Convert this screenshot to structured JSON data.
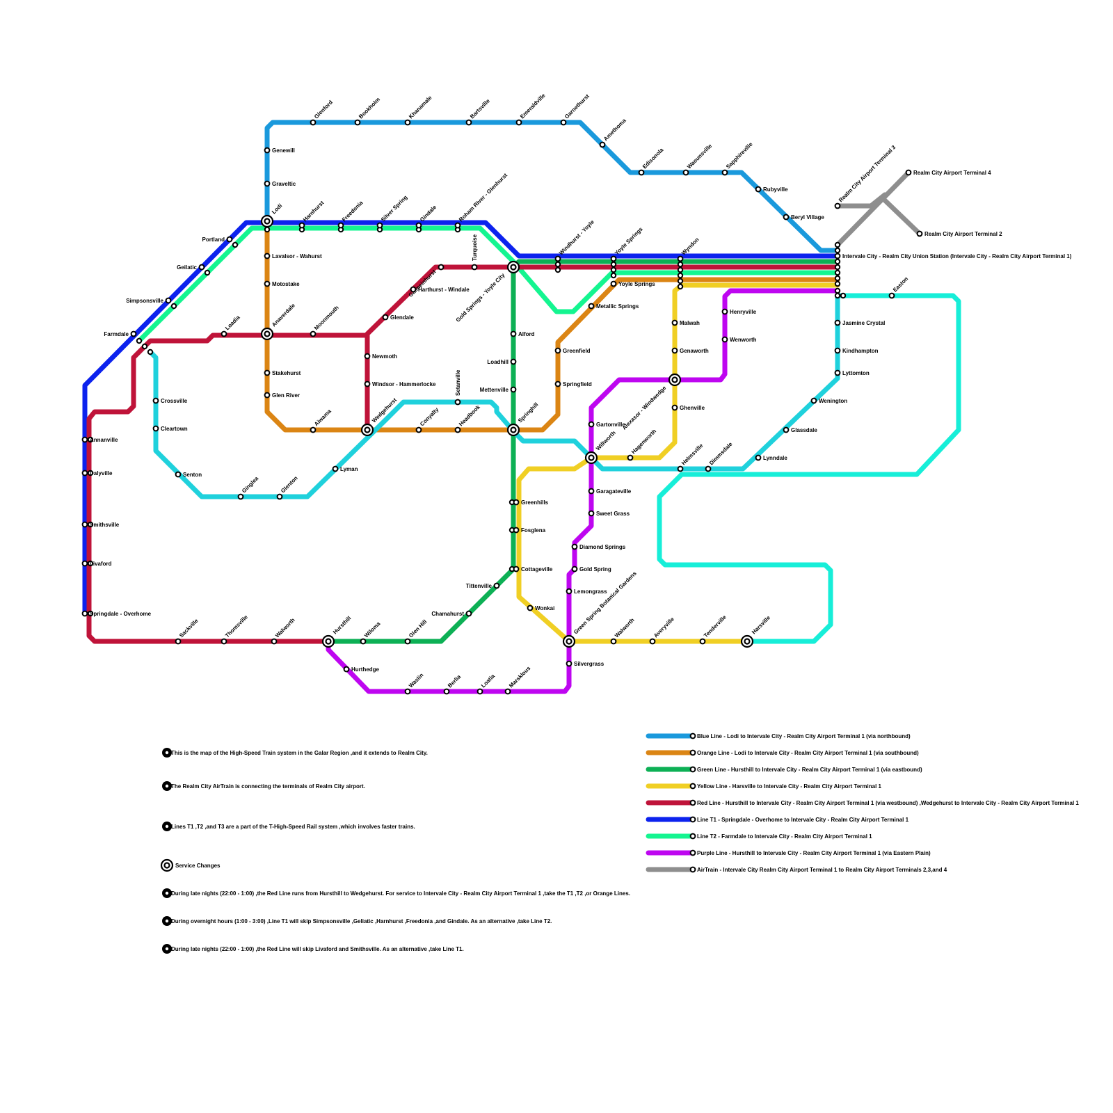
{
  "colors": {
    "blue": "#1a99dc",
    "orange": "#db8514",
    "green": "#0db055",
    "yellow": "#f0cf24",
    "red": "#bf1339",
    "t1": "#0c22ee",
    "t2": "#14f590",
    "purple": "#be06f0",
    "airtrain": "#8e8e8e",
    "teal": "#1fd1dc",
    "aqua": "#17eed8"
  },
  "stations": [
    {
      "name": "Glenford",
      "dir": "up"
    },
    {
      "name": "Bookholm",
      "dir": "up"
    },
    {
      "name": "Khanamale",
      "dir": "up"
    },
    {
      "name": "Bartsville",
      "dir": "up"
    },
    {
      "name": "Emeraldville",
      "dir": "up"
    },
    {
      "name": "Garnethurst",
      "dir": "up"
    },
    {
      "name": "Amethoma",
      "dir": "up"
    },
    {
      "name": "Edisonola",
      "dir": "up"
    },
    {
      "name": "Waounsville",
      "dir": "up"
    },
    {
      "name": "Sapphireville",
      "dir": "up"
    },
    {
      "name": "Rubyville",
      "dir": "right"
    },
    {
      "name": "Beryl Village",
      "dir": "right"
    },
    {
      "name": "Genewill",
      "dir": "right"
    },
    {
      "name": "Graveltic",
      "dir": "right"
    },
    {
      "name": "Lodi",
      "dir": "up"
    },
    {
      "name": "Harnhurst",
      "dir": "up"
    },
    {
      "name": "Freedonia",
      "dir": "up"
    },
    {
      "name": "Silver Spring",
      "dir": "up"
    },
    {
      "name": "Gindale",
      "dir": "up"
    },
    {
      "name": "Roham River - Glenhurst",
      "dir": "up"
    },
    {
      "name": "Windhurst - Yoyle",
      "dir": "up"
    },
    {
      "name": "Yoyle Springs",
      "dir": "up"
    },
    {
      "name": "Wyndon",
      "dir": "up"
    },
    {
      "name": "Realm City Airport Terminal 3",
      "dir": "up"
    },
    {
      "name": "Realm City Airport Terminal 4",
      "dir": "right"
    },
    {
      "name": "Realm City Airport Terminal 2",
      "dir": "right"
    },
    {
      "name": "Intervale City - Realm City Union Station (Intervale City - Realm City Airport Terminal 1)",
      "dir": "right"
    },
    {
      "name": "Portland",
      "dir": "left"
    },
    {
      "name": "Geilatic",
      "dir": "left"
    },
    {
      "name": "Simpsonsville",
      "dir": "left"
    },
    {
      "name": "Farmdale",
      "dir": "left"
    },
    {
      "name": "Lavalsor - Wahurst",
      "dir": "right"
    },
    {
      "name": "Motostake",
      "dir": "right"
    },
    {
      "name": "Galmeinhurst",
      "dir": "downleft"
    },
    {
      "name": "Turquoise",
      "dir": "upv"
    },
    {
      "name": "Gold Springs - Yoyle City",
      "dir": "downleft"
    },
    {
      "name": "Yoyle Springs",
      "dir": "right"
    },
    {
      "name": "Metallic Springs",
      "dir": "right"
    },
    {
      "name": "Easton",
      "dir": "up"
    },
    {
      "name": "Harthurst - Windale",
      "dir": "right"
    },
    {
      "name": "Glendale",
      "dir": "right"
    },
    {
      "name": "Henryville",
      "dir": "right"
    },
    {
      "name": "Malwah",
      "dir": "right"
    },
    {
      "name": "Jasmine Crystal",
      "dir": "right"
    },
    {
      "name": "Loadia",
      "dir": "up"
    },
    {
      "name": "Anaverdale",
      "dir": "up"
    },
    {
      "name": "Moonmouth",
      "dir": "up"
    },
    {
      "name": "Alford",
      "dir": "right"
    },
    {
      "name": "Wenworth",
      "dir": "right"
    },
    {
      "name": "Newmoth",
      "dir": "right"
    },
    {
      "name": "Greenfield",
      "dir": "right"
    },
    {
      "name": "Genaworth",
      "dir": "right"
    },
    {
      "name": "Kindhampton",
      "dir": "right"
    },
    {
      "name": "Loadhill",
      "dir": "left"
    },
    {
      "name": "Stakehurst",
      "dir": "right"
    },
    {
      "name": "Alexasor - Windwedge",
      "dir": "downleft"
    },
    {
      "name": "Lyttomton",
      "dir": "right"
    },
    {
      "name": "Windsor - Hammerlocke",
      "dir": "right"
    },
    {
      "name": "Springfield",
      "dir": "right"
    },
    {
      "name": "Mettenville",
      "dir": "left"
    },
    {
      "name": "Glen River",
      "dir": "right"
    },
    {
      "name": "Setanville",
      "dir": "upv"
    },
    {
      "name": "Crossville",
      "dir": "right"
    },
    {
      "name": "Wenington",
      "dir": "right"
    },
    {
      "name": "Ghenville",
      "dir": "right"
    },
    {
      "name": "Gartonville",
      "dir": "right"
    },
    {
      "name": "Cleartown",
      "dir": "right"
    },
    {
      "name": "Aiwama",
      "dir": "up"
    },
    {
      "name": "Wedgehurst",
      "dir": "up"
    },
    {
      "name": "Conyalty",
      "dir": "up"
    },
    {
      "name": "Headbook",
      "dir": "up"
    },
    {
      "name": "Springhill",
      "dir": "up"
    },
    {
      "name": "Glassdale",
      "dir": "right"
    },
    {
      "name": "Annanville",
      "dir": "right"
    },
    {
      "name": "Willworth",
      "dir": "up"
    },
    {
      "name": "Hagenworth",
      "dir": "up"
    },
    {
      "name": "Helmsville",
      "dir": "up"
    },
    {
      "name": "Dimmsdale",
      "dir": "up"
    },
    {
      "name": "Lynndale",
      "dir": "right"
    },
    {
      "name": "Lyman",
      "dir": "right"
    },
    {
      "name": "Dalyville",
      "dir": "right"
    },
    {
      "name": "Senton",
      "dir": "right"
    },
    {
      "name": "Ginglea",
      "dir": "up"
    },
    {
      "name": "Glenton",
      "dir": "up"
    },
    {
      "name": "Garagateville",
      "dir": "right"
    },
    {
      "name": "Greenhills",
      "dir": "right"
    },
    {
      "name": "Sweet Grass",
      "dir": "right"
    },
    {
      "name": "Smithsville",
      "dir": "right"
    },
    {
      "name": "Fosglena",
      "dir": "right"
    },
    {
      "name": "Diamond Springs",
      "dir": "right"
    },
    {
      "name": "Livaford",
      "dir": "right"
    },
    {
      "name": "Cottageville",
      "dir": "right"
    },
    {
      "name": "Gold Spring",
      "dir": "right"
    },
    {
      "name": "Tittenville",
      "dir": "left"
    },
    {
      "name": "Lemongrass",
      "dir": "right"
    },
    {
      "name": "Wonkai",
      "dir": "right"
    },
    {
      "name": "Chamahurst",
      "dir": "left"
    },
    {
      "name": "Springdale - Overhome",
      "dir": "right"
    },
    {
      "name": "Sackville",
      "dir": "up"
    },
    {
      "name": "Thomsville",
      "dir": "up"
    },
    {
      "name": "Walworth",
      "dir": "up"
    },
    {
      "name": "Hursthill",
      "dir": "up"
    },
    {
      "name": "Wiloma",
      "dir": "up"
    },
    {
      "name": "Glen Hill",
      "dir": "up"
    },
    {
      "name": "Green Spring Botanical Gardens",
      "dir": "up"
    },
    {
      "name": "Walworth",
      "dir": "up"
    },
    {
      "name": "Averyville",
      "dir": "up"
    },
    {
      "name": "Tenderville",
      "dir": "up"
    },
    {
      "name": "Harsville",
      "dir": "up"
    },
    {
      "name": "Hurthedge",
      "dir": "right"
    },
    {
      "name": "Silvergrass",
      "dir": "right"
    },
    {
      "name": "Waslin",
      "dir": "up"
    },
    {
      "name": "Berlia",
      "dir": "up"
    },
    {
      "name": "Loatia",
      "dir": "up"
    },
    {
      "name": "Marsklous",
      "dir": "up"
    }
  ],
  "legend": [
    {
      "key": "blue",
      "label": "Blue Line - Lodi to Intervale City - Realm City Airport Terminal 1 (via northbound)"
    },
    {
      "key": "orange",
      "label": "Orange Line - Lodi to Intervale City - Realm City Airport Terminal 1 (via southbound)"
    },
    {
      "key": "green",
      "label": "Green Line - Hursthill to Intervale City - Realm City Airport Terminal 1 (via eastbound)"
    },
    {
      "key": "yellow",
      "label": "Yellow Line - Harsville to Intervale City - Realm City Airport Terminal 1"
    },
    {
      "key": "red",
      "label": "Red Line - Hursthill to Intervale City - Realm City Airport Terminal 1 (via westbound) ,Wedgehurst to Intervale City - Realm City Airport Terminal 1"
    },
    {
      "key": "t1",
      "label": "Line T1 - Springdale - Overhome to Intervale City - Realm City Airport Terminal 1"
    },
    {
      "key": "t2",
      "label": "Line T2 - Farmdale to Intervale City - Realm City Airport Terminal 1"
    },
    {
      "key": "purple",
      "label": "Purple Line - Hursthill to Intervale City - Realm City Airport Terminal 1 (via Eastern Plain)"
    },
    {
      "key": "airtrain",
      "label": "AirTrain - Intervale City Realm City Airport Terminal 1 to Realm City Airport Terminals 2,3,and 4"
    }
  ],
  "notes": [
    {
      "icon": "bullet",
      "text": "This is the map of the High-Speed Train system in the Galar Region ,and it extends to Realm City."
    },
    {
      "icon": "bullet",
      "text": "The Realm City AirTrain is connecting the terminals of Realm City airport."
    },
    {
      "icon": "bullet",
      "text": "Lines T1 ,T2 ,and T3 are a part of the T-High-Speed Rail system ,which involves faster trains."
    },
    {
      "icon": "interchange",
      "text": "Service Changes"
    },
    {
      "icon": "bullet",
      "text": "During late nights (22:00 - 1:00) ,the Red Line runs from Hursthill to Wedgehurst. For service to Intervale City - Realm City Airport Terminal 1 ,take the T1 ,T2 ,or Orange Lines."
    },
    {
      "icon": "bullet",
      "text": "During overnight hours (1:00 - 3:00) ,Line T1 will skip Simpsonsville ,Geliatic ,Harnhurst ,Freedonia ,and Gindale. As an alternative ,take Line T2."
    },
    {
      "icon": "bullet",
      "text": "During late nights (22:00 - 1:00) ,the Red Line will skip Livaford and Smithsville. As an alternative ,take Line T1."
    }
  ]
}
